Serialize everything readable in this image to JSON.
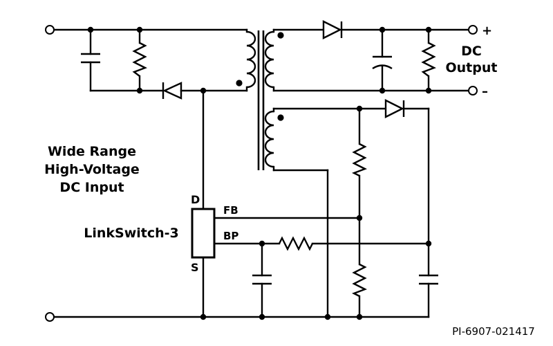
{
  "labels": {
    "dc_output_line1": "DC",
    "dc_output_line2": "Output",
    "plus": "+",
    "minus": "–",
    "input_line1": "Wide Range",
    "input_line2": "High-Voltage",
    "input_line3": "DC Input",
    "ic_name": "LinkSwitch-3",
    "pin_d": "D",
    "pin_s": "S",
    "pin_fb": "FB",
    "pin_bp": "BP",
    "figure_id": "PI-6907-021417"
  }
}
